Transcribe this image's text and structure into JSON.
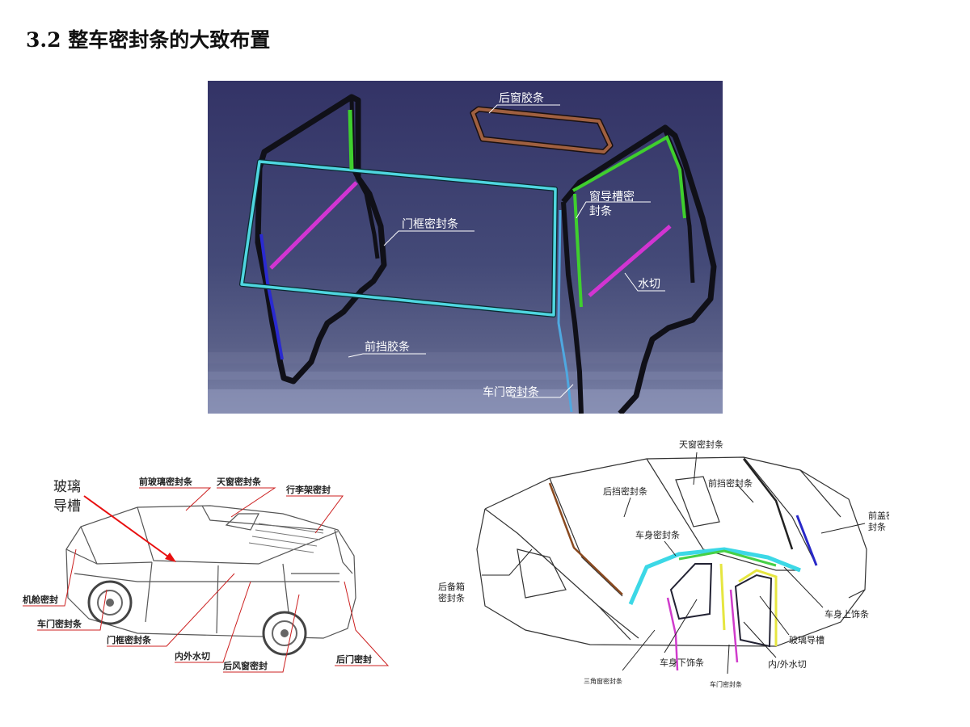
{
  "title": "3.2  整车密封条的大致布置",
  "colors": {
    "bg_top": "#333366",
    "bg_mid": "#464a78",
    "bg_bottom": "#7a82a8",
    "black_seal": "#101018",
    "cyan_seal": "#4fd6e0",
    "green_seal": "#3fcf2e",
    "magenta_seal": "#d234d2",
    "blue_seal": "#2a2ad0",
    "brown_seal": "#a06040",
    "arrow_red": "#e81010",
    "leader_red": "#cc2020",
    "sketch": "#555555"
  },
  "top_diagram": {
    "labels": {
      "rear_window": "后窗胶条",
      "door_frame": "门框密封条",
      "window_channel_line1": "窗导槽密",
      "window_channel_line2": "封条",
      "water_cut": "水切",
      "windshield": "前挡胶条",
      "door_seal": "车门密封条"
    }
  },
  "left_diagram": {
    "labels": {
      "glass_channel_line1": "玻璃",
      "glass_channel_line2": "导槽",
      "front_windshield": "前玻璃密封条",
      "sunroof": "天窗密封条",
      "roof_rack": "行李架密封",
      "hood": "机舱密封",
      "door": "车门密封条",
      "door_frame": "门框密封条",
      "inner_outer_cut": "内外水切",
      "rear_window": "后风窗密封",
      "rear_door": "后门密封"
    }
  },
  "right_diagram": {
    "labels": {
      "sunroof": "天窗密封条",
      "rear_windshield": "后挡密封条",
      "front_windshield": "前挡密封条",
      "hood_line1": "前盖密",
      "hood_line2": "封条",
      "body": "车身密封条",
      "trunk_line1": "后备箱",
      "trunk_line2": "密封条",
      "body_upper_trim": "车身上饰条",
      "glass_channel": "玻璃导槽",
      "body_lower_trim": "车身下饰条",
      "inner_outer_cut": "内/外水切",
      "triangle_window": "三角窗密封条",
      "door": "车门密封条"
    }
  }
}
